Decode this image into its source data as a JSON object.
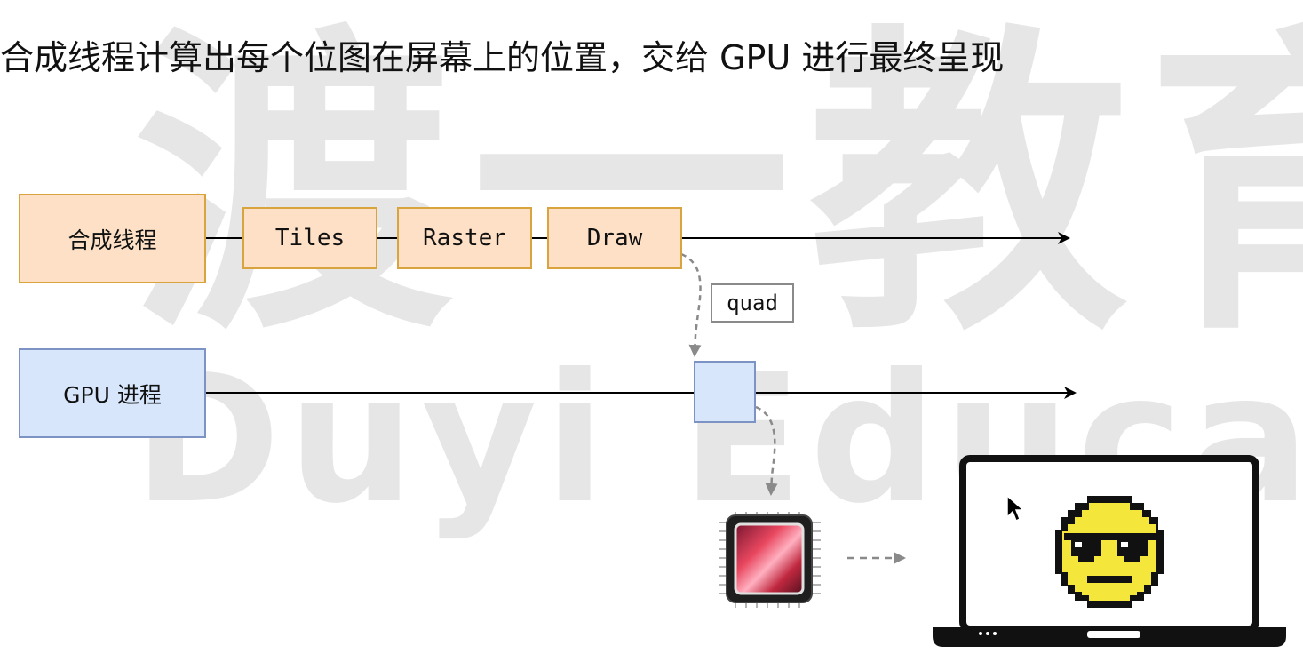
{
  "heading": "合成线程计算出每个位图在屏幕上的位置，交给 GPU 进行最终呈现",
  "watermark": {
    "cn": "渡一教育",
    "en": "Duyi Education"
  },
  "compositor": {
    "label": "合成线程",
    "steps": [
      "Tiles",
      "Raster",
      "Draw"
    ]
  },
  "gpu": {
    "label": "GPU 进程"
  },
  "quad_label": "quad",
  "icons": {
    "chip": "gpu-chip-icon",
    "laptop": "laptop-icon",
    "face": "sunglasses-smiley-icon",
    "cursor": "mouse-cursor-icon"
  },
  "colors": {
    "thread_fill": "#fde0c5",
    "thread_border": "#d9a43e",
    "gpu_fill": "#d7e6fb",
    "gpu_border": "#7c93c3",
    "face": "#f4e63a"
  }
}
